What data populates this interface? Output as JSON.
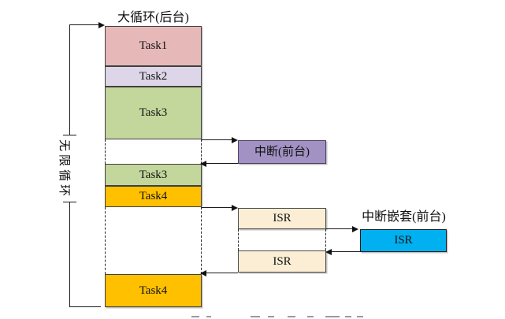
{
  "palette": {
    "task1_pink": "#E6B9B8",
    "task2_lavender": "#DCD6E8",
    "task3_green": "#C3D69B",
    "task4_orange": "#FFC000",
    "interrupt_purple": "#A192C3",
    "isr_cream": "#FBEED5",
    "nested_isr_blue": "#00B0F0",
    "line_color": "#1a1a1a"
  },
  "diagram": {
    "title": "大循环(后台)",
    "loop_label": "无限循环",
    "background_column": {
      "task1": "Task1",
      "task2": "Task2",
      "task3": "Task3",
      "task3_resume": "Task3",
      "task4": "Task4",
      "task4_resume": "Task4"
    },
    "interrupt_label": "中断(前台)",
    "isr_first": "ISR",
    "isr_second": "ISR",
    "nested_title": "中断嵌套(前台)",
    "nested_isr": "ISR"
  }
}
